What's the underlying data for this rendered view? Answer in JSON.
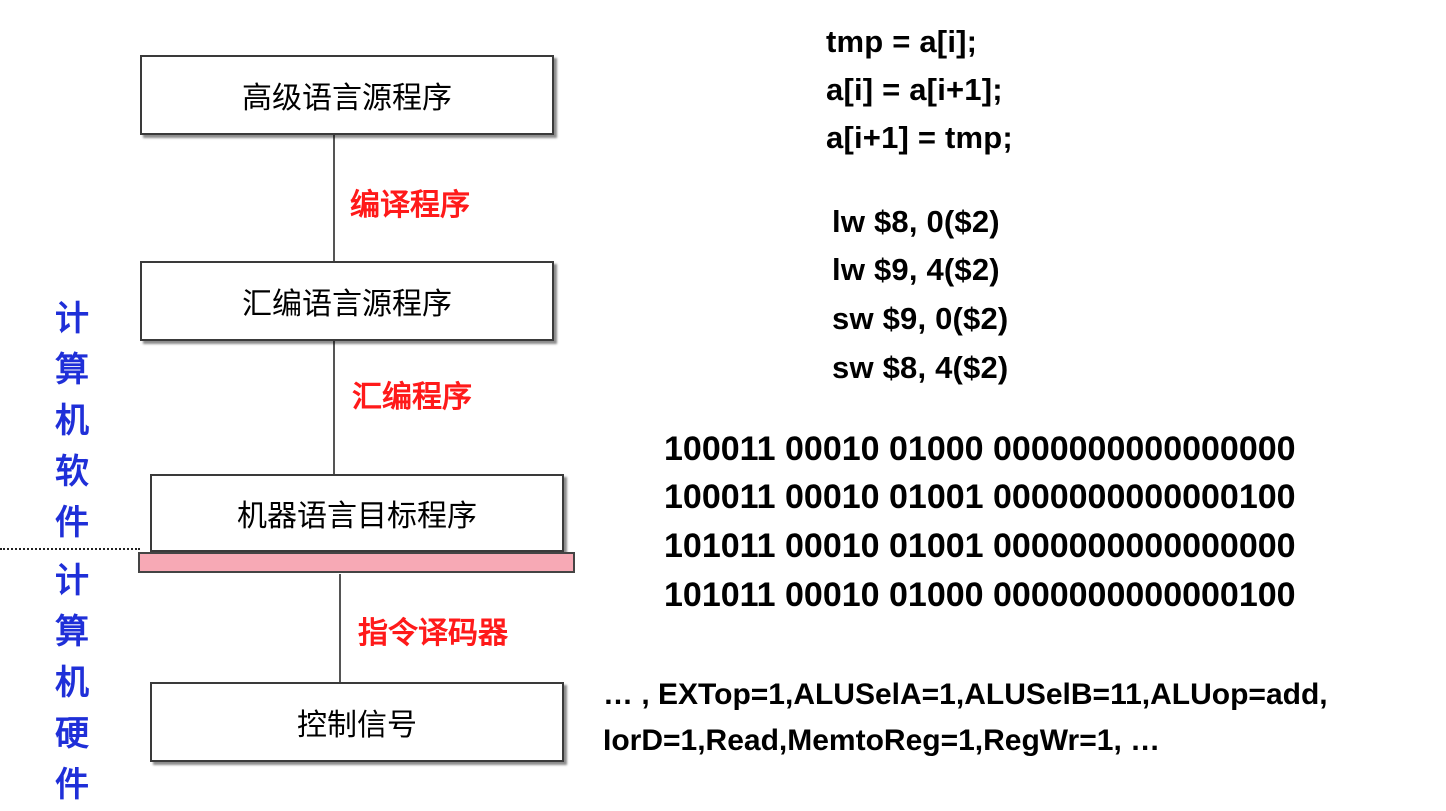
{
  "flow": {
    "boxes": [
      "高级语言源程序",
      "汇编语言源程序",
      "机器语言目标程序",
      "控制信号"
    ],
    "transitions": [
      "编译程序",
      "汇编程序",
      "指令译码器"
    ]
  },
  "side_labels": {
    "software": "计算机软件",
    "hardware": "计算机硬件"
  },
  "code": {
    "high_level": [
      "tmp = a[i];",
      "a[i] = a[i+1];",
      "a[i+1] = tmp;"
    ],
    "assembly": [
      "lw $8, 0($2)",
      "lw $9, 4($2)",
      "sw $9, 0($2)",
      "sw $8, 4($2)"
    ],
    "machine": [
      "100011 00010 01000 0000000000000000",
      "100011 00010 01001 0000000000000100",
      "101011 00010 01001 0000000000000000",
      "101011 00010 01000 0000000000000100"
    ],
    "control_signals": [
      "… , EXTop=1,ALUSelA=1,ALUSelB=11,ALUop=add,",
      "IorD=1,Read,MemtoReg=1,RegWr=1, …"
    ]
  },
  "colors": {
    "transition_label": "#ff1a1a",
    "side_label": "#1f2fd8",
    "divider_bar": "#f7a9b5"
  }
}
